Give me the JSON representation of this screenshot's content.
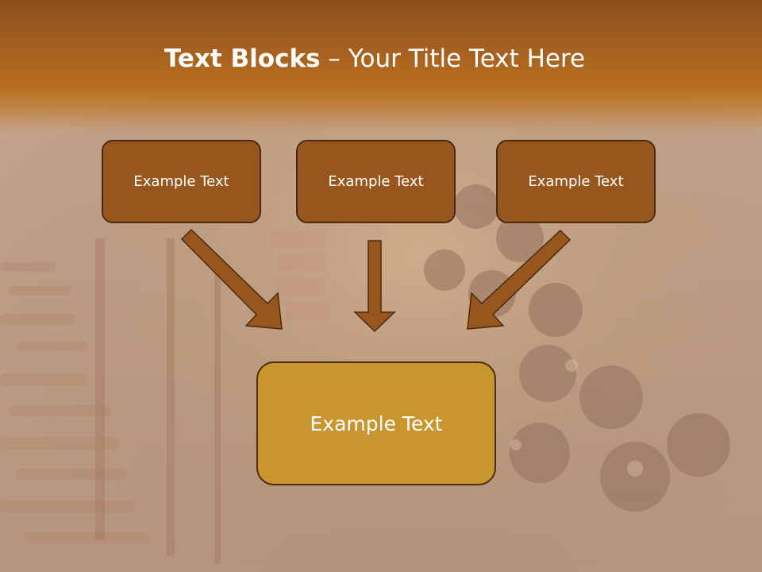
{
  "title": {
    "bold": "Text Blocks",
    "rest": " – Your Title Text Here"
  },
  "blocks": [
    {
      "label": "Example Text"
    },
    {
      "label": "Example Text"
    },
    {
      "label": "Example Text"
    }
  ],
  "main_block": {
    "label": "Example Text"
  },
  "colors": {
    "header": "#a45f1f",
    "box_fill": "#98561f",
    "box_border": "#4a2a10",
    "main_box_fill": "#c9952f",
    "arrow_fill": "#98561f",
    "text": "#ffffff"
  }
}
